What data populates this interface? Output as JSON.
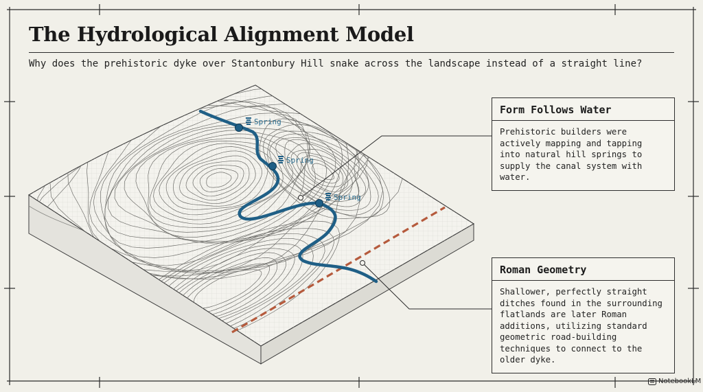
{
  "title": "The Hydrological Alignment Model",
  "subtitle": "Why does the prehistoric dyke over Stantonbury Hill snake across the landscape instead of a straight line?",
  "callouts": [
    {
      "title": "Form Follows Water",
      "body": "Prehistoric builders were actively mapping and tapping into natural hill springs to supply the canal system with water."
    },
    {
      "title": "Roman Geometry",
      "body": "Shallower, perfectly straight ditches found in the surrounding flatlands are later Roman additions, utilizing standard geometric road-building techniques to connect to the older dyke."
    }
  ],
  "springs": [
    {
      "label": "Spring"
    },
    {
      "label": "Spring"
    },
    {
      "label": "Spring"
    }
  ],
  "badge": {
    "icon": "notebook-icon",
    "text": "NotebookLM"
  },
  "colors": {
    "background": "#f1f0e9",
    "dyke": "#1f5f86",
    "spring_label": "#2b6d8f",
    "roman_ditch": "#b55a3c",
    "terrain_side": "#e3e2dc",
    "ink": "#1b1b1b"
  }
}
